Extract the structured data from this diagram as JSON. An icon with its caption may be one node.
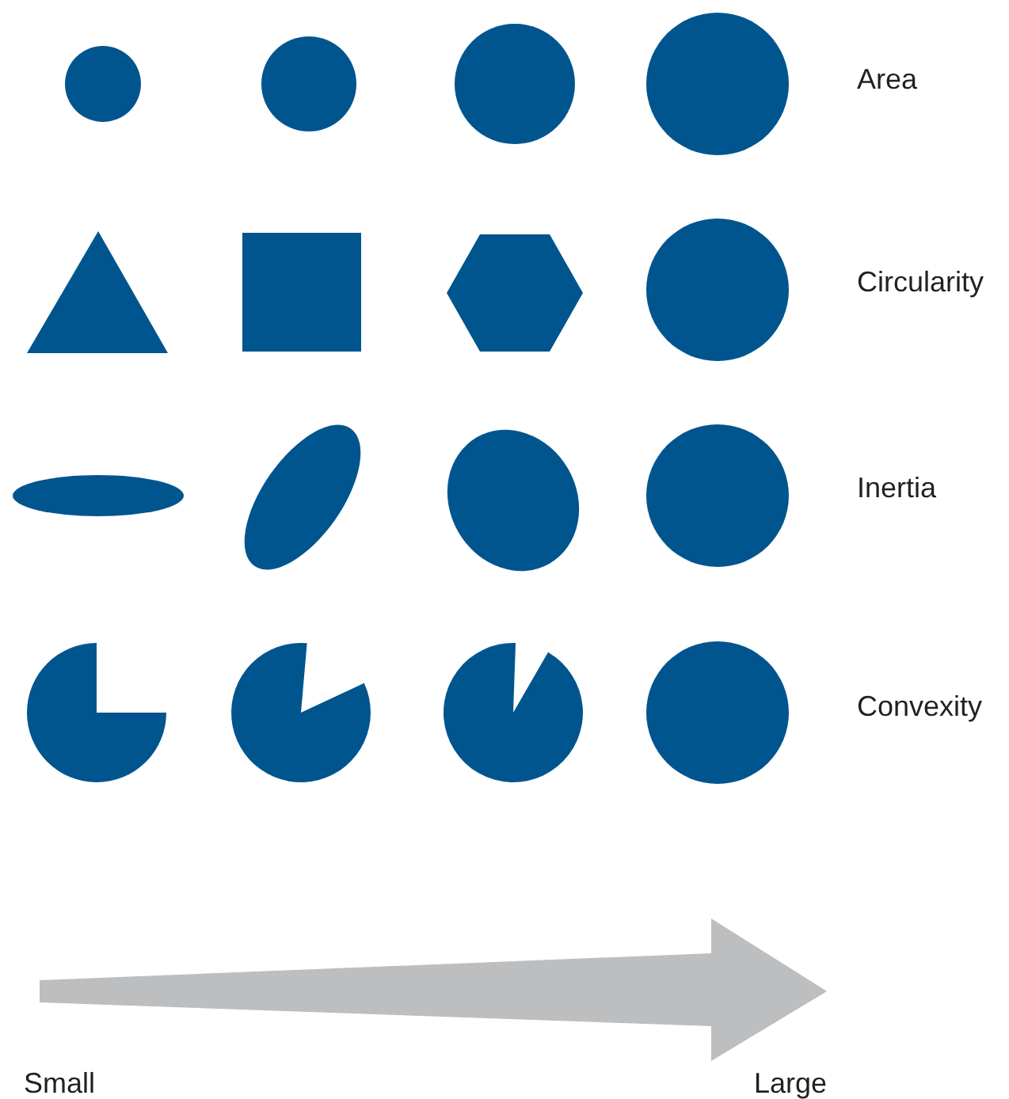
{
  "diagram": {
    "labels": [
      "Area",
      "Circularity",
      "Inertia",
      "Convexity",
      "Small",
      "Large"
    ]
  }
}
